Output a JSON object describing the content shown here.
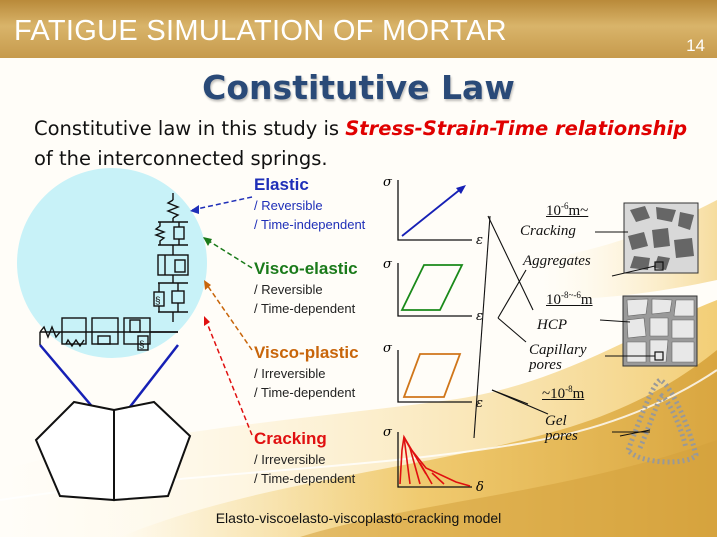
{
  "header": {
    "title": "FATIGUE SIMULATION OF MORTAR",
    "page_number": "14"
  },
  "main_title": "Constitutive Law",
  "intro": {
    "part1": "Constitutive law in this study is ",
    "highlight": "Stress-Strain-Time relationship",
    "part2": " of the interconnected springs."
  },
  "annotations": [
    {
      "title": "Elastic",
      "line1": "/ Reversible",
      "line2": "/ Time-independent",
      "color": "#1f2fb8"
    },
    {
      "title": "Visco-elastic",
      "line1": "/ Reversible",
      "line2": "/ Time-dependent",
      "color": "#1a7a1a"
    },
    {
      "title": "Visco-plastic",
      "line1": "/ Irreversible",
      "line2": "/ Time-dependent",
      "color": "#c8650a"
    },
    {
      "title": "Cracking",
      "line1": "/ Irreversible",
      "line2": "/ Time-dependent",
      "color": "#e01010"
    }
  ],
  "axes": {
    "stress": "σ",
    "strain": "ε",
    "displacement": "δ"
  },
  "scales": [
    {
      "base": "10",
      "exp": "-6",
      "unit": "m~"
    },
    {
      "base": "10",
      "exp": "-8~-6",
      "unit": "m"
    },
    {
      "prefix": "~",
      "base": "10",
      "exp": "-8",
      "unit": "m"
    }
  ],
  "labels": {
    "cracking": "Cracking",
    "aggregates": "Aggregates",
    "hcp": "HCP",
    "capillary_1": "Capillary",
    "capillary_2": "pores",
    "gel_1": "Gel",
    "gel_2": "pores"
  },
  "caption": "Elasto-viscoelasto-viscoplasto-cracking model"
}
